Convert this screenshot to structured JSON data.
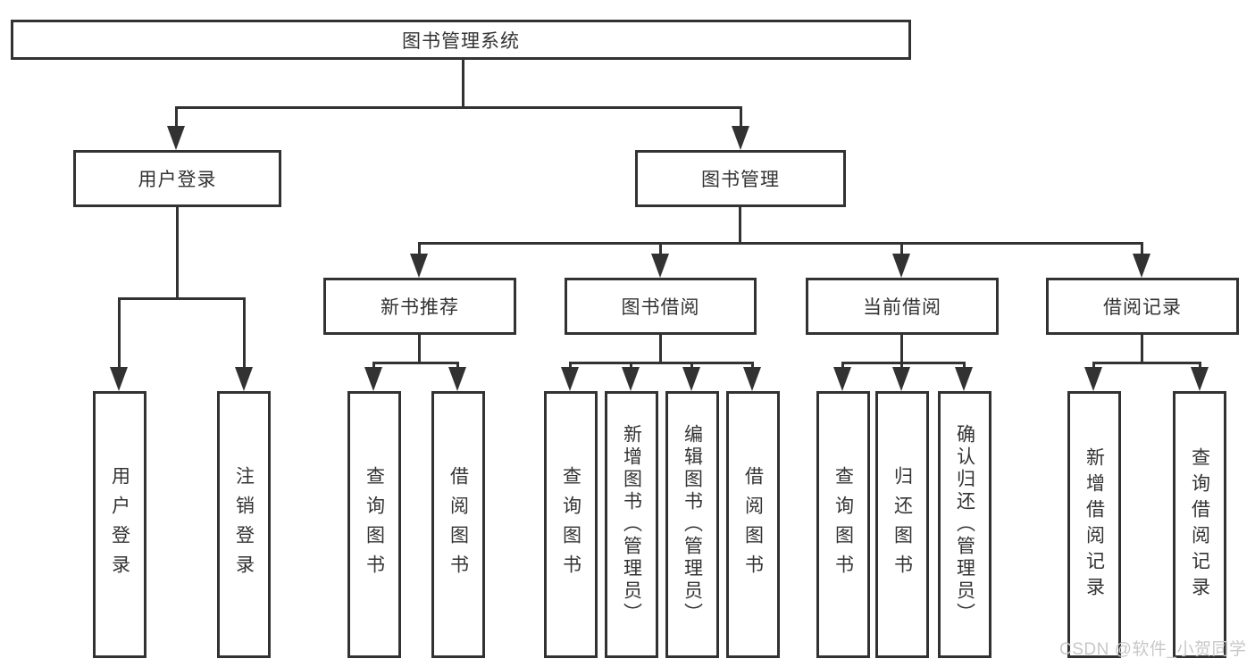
{
  "diagram": {
    "title": "图书管理系统",
    "nodes": {
      "user_login": {
        "label": "用户登录",
        "children": {
          "login": "用户登录",
          "logout": "注销登录"
        }
      },
      "book_mgmt": {
        "label": "图书管理",
        "children": {
          "new_books": {
            "label": "新书推荐",
            "children": {
              "query": "查询图书",
              "borrow": "借阅图书"
            }
          },
          "book_borrow": {
            "label": "图书借阅",
            "children": {
              "query": "查询图书",
              "add": "新增图书（管理员）",
              "edit": "编辑图书（管理员）",
              "borrow": "借阅图书"
            }
          },
          "current_borrow": {
            "label": "当前借阅",
            "children": {
              "query": "查询图书",
              "return": "归还图书",
              "confirm": "确认归还（管理员）"
            }
          },
          "borrow_records": {
            "label": "借阅记录",
            "children": {
              "add": "新增借阅记录",
              "query": "查询借阅记录"
            }
          }
        }
      }
    },
    "watermark": "CSDN @软件_小贺同学",
    "colors": {
      "line": "#323232",
      "text": "#333333",
      "watermark": "#c8c8c8",
      "background": "#ffffff"
    }
  }
}
